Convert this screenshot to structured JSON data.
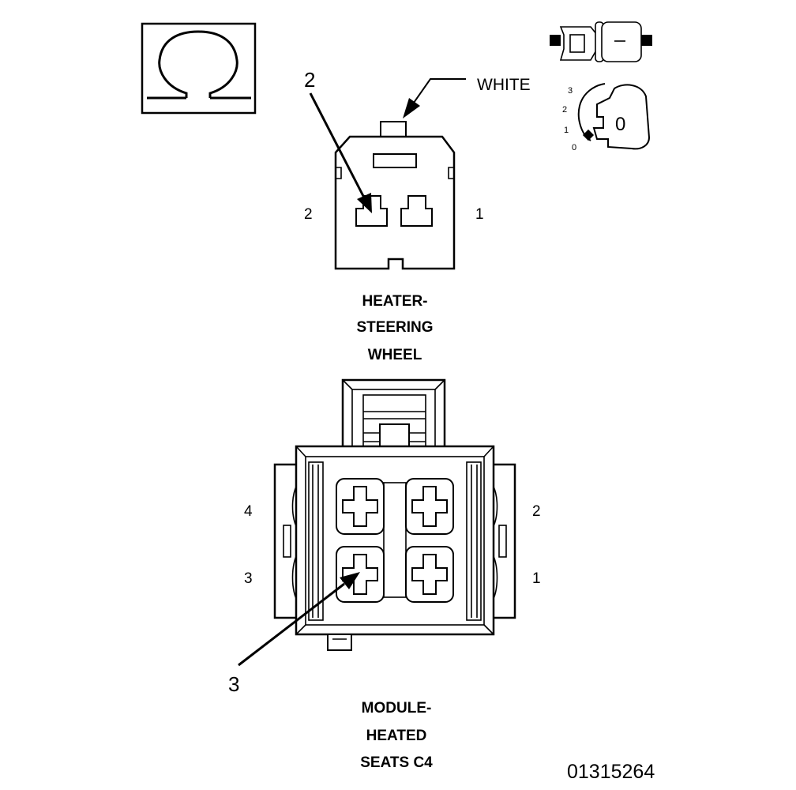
{
  "figure_id": "01315264",
  "ohm_symbol": "Ω",
  "heater_connector": {
    "wire_color": "WHITE",
    "pin_left": "2",
    "pin_right": "1",
    "callout": "2",
    "title_lines": [
      "HEATER-",
      "STEERING",
      "WHEEL"
    ]
  },
  "module_connector": {
    "pin_top_left": "4",
    "pin_top_right": "2",
    "pin_bottom_left": "3",
    "pin_bottom_right": "1",
    "callout": "3",
    "title_lines": [
      "MODULE-",
      "HEATED",
      "SEATS C4"
    ]
  },
  "ignition_positions": [
    "3",
    "2",
    "1",
    "0"
  ],
  "ignition_key_label": "0"
}
